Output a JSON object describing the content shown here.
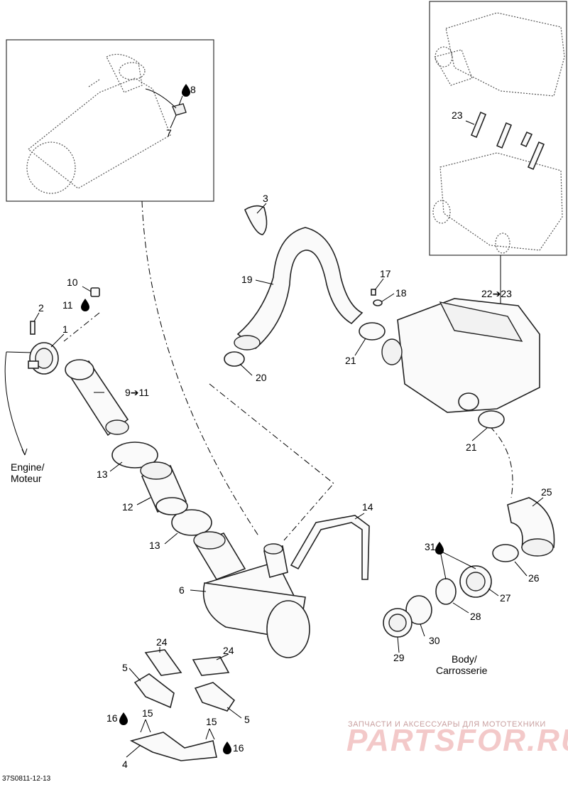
{
  "diagram": {
    "labels": [
      {
        "id": "l1",
        "text": "1"
      },
      {
        "id": "l2",
        "text": "2"
      },
      {
        "id": "l3",
        "text": "3"
      },
      {
        "id": "l4",
        "text": "4"
      },
      {
        "id": "l5a",
        "text": "5"
      },
      {
        "id": "l5b",
        "text": "5"
      },
      {
        "id": "l6",
        "text": "6"
      },
      {
        "id": "l7",
        "text": "7"
      },
      {
        "id": "l8",
        "text": "8"
      },
      {
        "id": "l9",
        "text": "9➔11"
      },
      {
        "id": "l10",
        "text": "10"
      },
      {
        "id": "l11",
        "text": "11"
      },
      {
        "id": "l12",
        "text": "12"
      },
      {
        "id": "l13a",
        "text": "13"
      },
      {
        "id": "l13b",
        "text": "13"
      },
      {
        "id": "l14",
        "text": "14"
      },
      {
        "id": "l15a",
        "text": "15"
      },
      {
        "id": "l15b",
        "text": "15"
      },
      {
        "id": "l16a",
        "text": "16"
      },
      {
        "id": "l16b",
        "text": "16"
      },
      {
        "id": "l17",
        "text": "17"
      },
      {
        "id": "l18",
        "text": "18"
      },
      {
        "id": "l19",
        "text": "19"
      },
      {
        "id": "l20",
        "text": "20"
      },
      {
        "id": "l21a",
        "text": "21"
      },
      {
        "id": "l21b",
        "text": "21"
      },
      {
        "id": "l22",
        "text": "22➔23"
      },
      {
        "id": "l23",
        "text": "23"
      },
      {
        "id": "l24a",
        "text": "24"
      },
      {
        "id": "l24b",
        "text": "24"
      },
      {
        "id": "l25",
        "text": "25"
      },
      {
        "id": "l26",
        "text": "26"
      },
      {
        "id": "l27",
        "text": "27"
      },
      {
        "id": "l28",
        "text": "28"
      },
      {
        "id": "l29",
        "text": "29"
      },
      {
        "id": "l30",
        "text": "30"
      },
      {
        "id": "l31",
        "text": "31"
      }
    ],
    "notes": {
      "engine_line1": "Engine/",
      "engine_line2": "Moteur",
      "body_line1": "Body/",
      "body_line2": "Carrosserie"
    },
    "drawing_code": "37S0811-12-13",
    "watermark": {
      "tagline": "ЗАПЧАСТИ И АКСЕССУАРЫ ДЛЯ МОТОТЕХНИКИ",
      "brand": "PARTSFOR.RU"
    },
    "icons": {
      "drop": "liquid-drop-icon",
      "arrow": "arrow-right-icon"
    }
  }
}
